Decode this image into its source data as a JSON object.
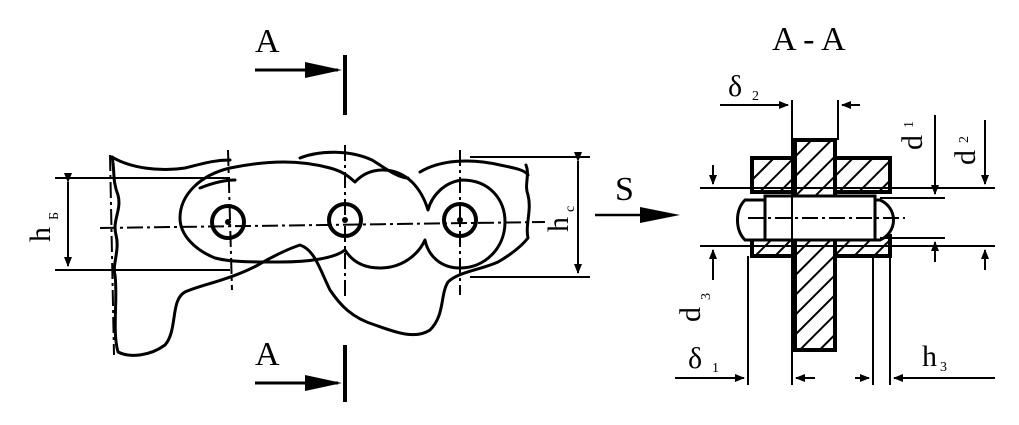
{
  "section_marks": {
    "top_left": "A",
    "bottom_left": "A",
    "section_title": "A - A"
  },
  "view_arrow": {
    "label": "S"
  },
  "dimensions": {
    "h_b": {
      "main": "h",
      "sub": "Б"
    },
    "h_c": {
      "main": "h",
      "sub": "c"
    },
    "delta_2": {
      "main": "δ",
      "sub": "2"
    },
    "delta_1": {
      "main": "δ",
      "sub": "1"
    },
    "d_1": {
      "main": "d",
      "sub": "1"
    },
    "d_2": {
      "main": "d",
      "sub": "2"
    },
    "d_3": {
      "main": "d",
      "sub": "3"
    },
    "h_3": {
      "main": "h",
      "sub": "3"
    }
  }
}
